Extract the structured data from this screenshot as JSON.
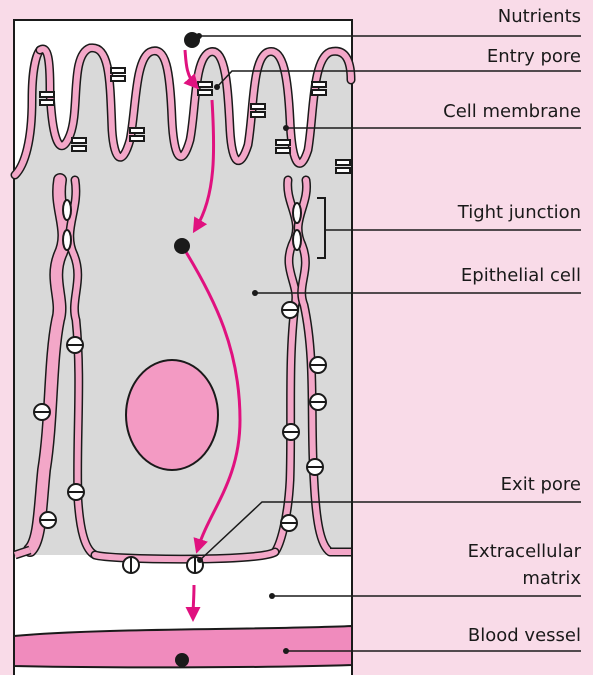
{
  "diagram": {
    "labels": {
      "nutrients": "Nutrients",
      "entry_pore": "Entry pore",
      "cell_membrane": "Cell membrane",
      "tight_junction": "Tight junction",
      "epithelial_cell": "Epithelial cell",
      "exit_pore": "Exit pore",
      "extracellular_matrix_line1": "Extracellular",
      "extracellular_matrix_line2": "matrix",
      "blood_vessel": "Blood vessel"
    },
    "colors": {
      "background": "#f9dbe8",
      "cell_fill": "#d9d9d9",
      "membrane": "#f3a7c8",
      "nucleus": "#f39ac3",
      "arrow": "#e0117f",
      "blood_vessel": "#f08bbd",
      "outline": "#1a1a1a"
    }
  }
}
